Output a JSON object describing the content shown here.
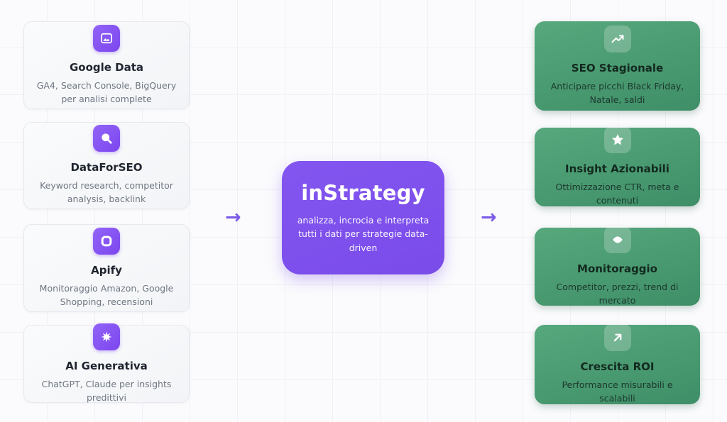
{
  "colors": {
    "background": "#FBFBFD",
    "grid_line": "#F1F1F5",
    "accent_purple": "#7C46EE",
    "arrow_purple": "#7C5CE8",
    "green_top": "#57A87D",
    "green_bottom": "#3E8E67",
    "source_card_bg": "#F5F7F9",
    "source_card_border": "#E7E9EF",
    "title_dark": "#1F2430",
    "subtitle_gray": "#6F7682",
    "green_title": "#13291F",
    "green_subtitle": "#1C372D"
  },
  "sources": [
    {
      "title": "Google Data",
      "description": "GA4, Search Console, BigQuery per analisi complete",
      "icon": "image-icon"
    },
    {
      "title": "DataForSEO",
      "description": "Keyword research, competitor analysis, backlink",
      "icon": "search-icon"
    },
    {
      "title": "Apify",
      "description": "Monitoraggio Amazon, Google Shopping, recensioni",
      "icon": "square-outline-icon"
    },
    {
      "title": "AI Generativa",
      "description": "ChatGPT, Claude per insights predittivi",
      "icon": "sparkle-burst-icon"
    }
  ],
  "hub": {
    "title": "inStrategy",
    "description": "analizza, incrocia e interpreta tutti i dati per strategie data-driven"
  },
  "outputs": [
    {
      "title": "SEO Stagionale",
      "description": "Anticipare picchi Black Friday, Natale, saldi",
      "icon": "trending-up-icon"
    },
    {
      "title": "Insight Azionabili",
      "description": "Ottimizzazione CTR, meta e contenuti",
      "icon": "star-icon"
    },
    {
      "title": "Monitoraggio",
      "description": "Competitor, prezzi, trend di mercato",
      "icon": "eye-icon"
    },
    {
      "title": "Crescita ROI",
      "description": "Performance misurabili e scalabili",
      "icon": "arrow-up-right-icon"
    }
  ],
  "arrows": {
    "glyph": "→"
  }
}
